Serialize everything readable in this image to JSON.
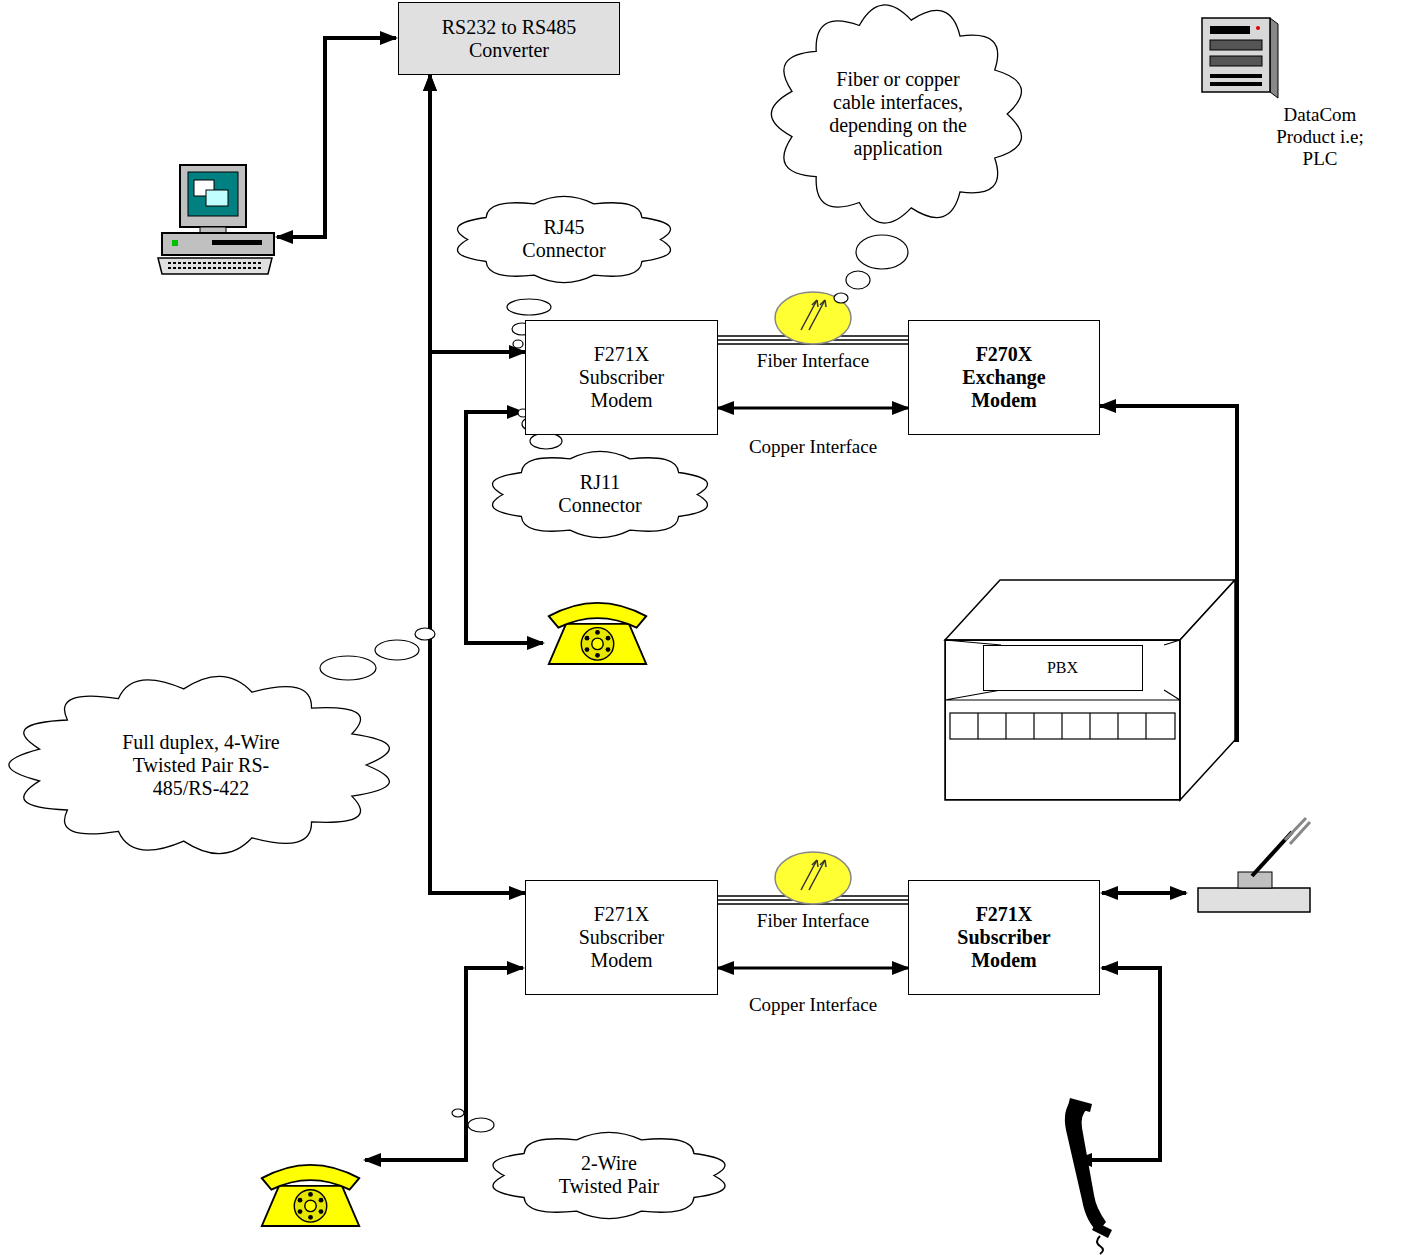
{
  "diagram": {
    "nodes": [
      {
        "text": [
          "RS232 to RS485 Converter"
        ]
      },
      {
        "text": [
          "Fiber or copper cable interfaces, depending on the application"
        ]
      },
      {
        "text": [
          "RJ45 Connector"
        ]
      },
      {
        "text": [
          "F271X Subscriber Modem"
        ]
      },
      {
        "text": [
          "F270X Exchange Modem"
        ]
      },
      {
        "text": [
          "RJ11 Connector"
        ]
      },
      {
        "text": [
          "PBX"
        ]
      },
      {
        "text": [
          "Full duplex, 4-Wire Twisted Pair RS-485/RS-422"
        ]
      },
      {
        "text": [
          "F271X Subscriber Modem"
        ]
      },
      {
        "text": [
          "F271X Subscriber Modem"
        ]
      },
      {
        "text": [
          "2-Wire Twisted Pair"
        ]
      }
    ],
    "edges": [
      {
        "from": 0,
        "to": 3,
        "arrow": "both"
      },
      {
        "from": 0,
        "to": 8,
        "arrow": "both"
      },
      {
        "from": 3,
        "to": 4,
        "label": "Fiber Interface",
        "arrow": "none"
      },
      {
        "from": 3,
        "to": 4,
        "label": "Copper Interface",
        "arrow": "both"
      },
      {
        "from": 4,
        "to": 6,
        "arrow": "both"
      },
      {
        "from": 8,
        "to": 9,
        "label": "Fiber Interface",
        "arrow": "none"
      },
      {
        "from": 8,
        "to": 9,
        "label": "Copper Interface",
        "arrow": "both"
      }
    ],
    "labels": [
      "DataCom Product i.e; PLC"
    ]
  }
}
